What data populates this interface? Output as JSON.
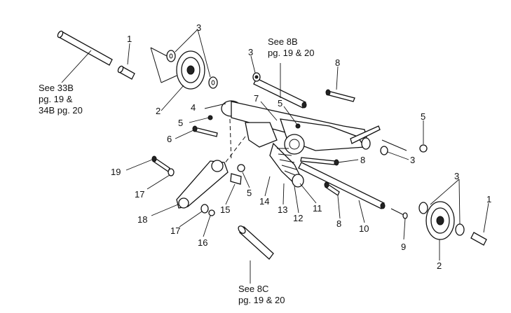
{
  "notes": {
    "see33b_1": "See 33B",
    "see33b_2": "pg. 19 &",
    "see33b_3": "34B pg. 20",
    "see8b_1": "See 8B",
    "see8b_2": "pg. 19 &  20",
    "see8c_1": "See 8C",
    "see8c_2": "pg. 19 &  20"
  },
  "callouts": {
    "c1a": "1",
    "c1b": "1",
    "c2a": "2",
    "c2b": "2",
    "c3a": "3",
    "c3b": "3",
    "c3c": "3",
    "c3d": "3",
    "c4": "4",
    "c5a": "5",
    "c5b": "5",
    "c5c": "5",
    "c5d": "5",
    "c6": "6",
    "c7": "7",
    "c8a": "8",
    "c8b": "8",
    "c8c": "8",
    "c9": "9",
    "c10": "10",
    "c11": "11",
    "c12": "12",
    "c13": "13",
    "c14": "14",
    "c15": "15",
    "c16": "16",
    "c17a": "17",
    "c17b": "17",
    "c18": "18",
    "c19": "19"
  }
}
